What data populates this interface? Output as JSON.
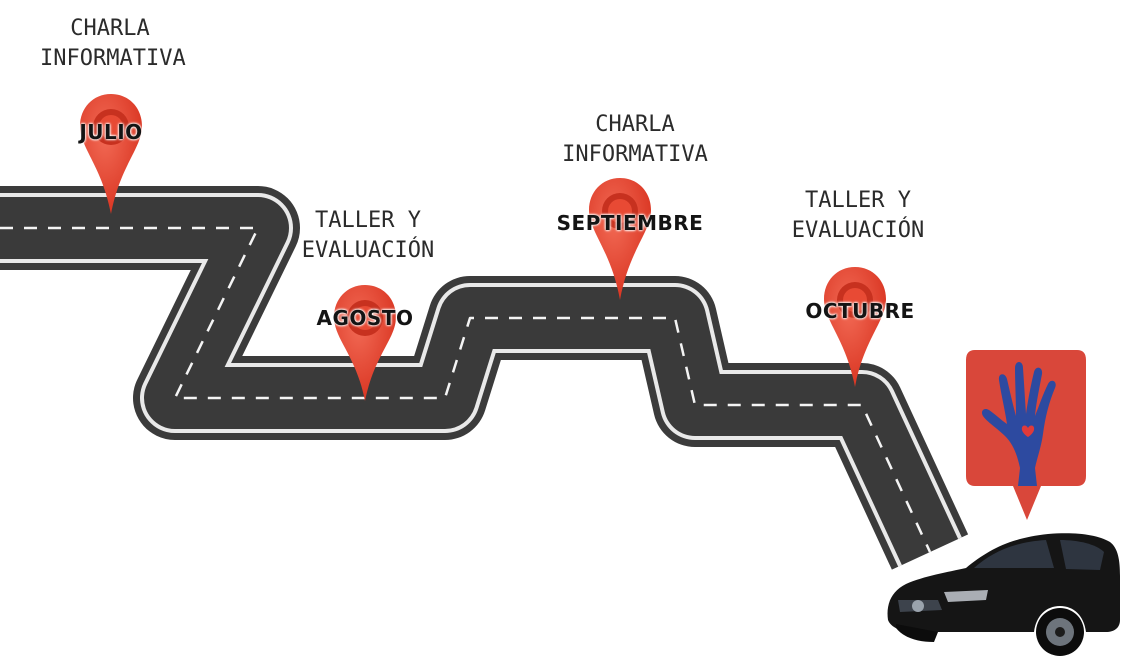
{
  "milestones": [
    {
      "month": "JULIO",
      "caption_lines": [
        "CHARLA",
        "INFORMATIVA"
      ]
    },
    {
      "month": "AGOSTO",
      "caption_lines": [
        "TALLER Y",
        "EVALUACIÓN"
      ]
    },
    {
      "month": "SEPTIEMBRE",
      "caption_lines": [
        "CHARLA",
        "INFORMATIVA"
      ]
    },
    {
      "month": "OCTUBRE",
      "caption_lines": [
        "TALLER Y",
        "EVALUACIÓN"
      ]
    }
  ],
  "icons": {
    "pin": "map-pin-icon",
    "destination": "hand-heart-icon",
    "vehicle": "car-icon"
  },
  "colors": {
    "pin": "#e8402e",
    "road": "#3a3a3a",
    "road_edge": "#ffffff",
    "callout": "#d9473a",
    "hand": "#2d4aa0",
    "heart": "#e03a3a",
    "car": "#151515"
  }
}
